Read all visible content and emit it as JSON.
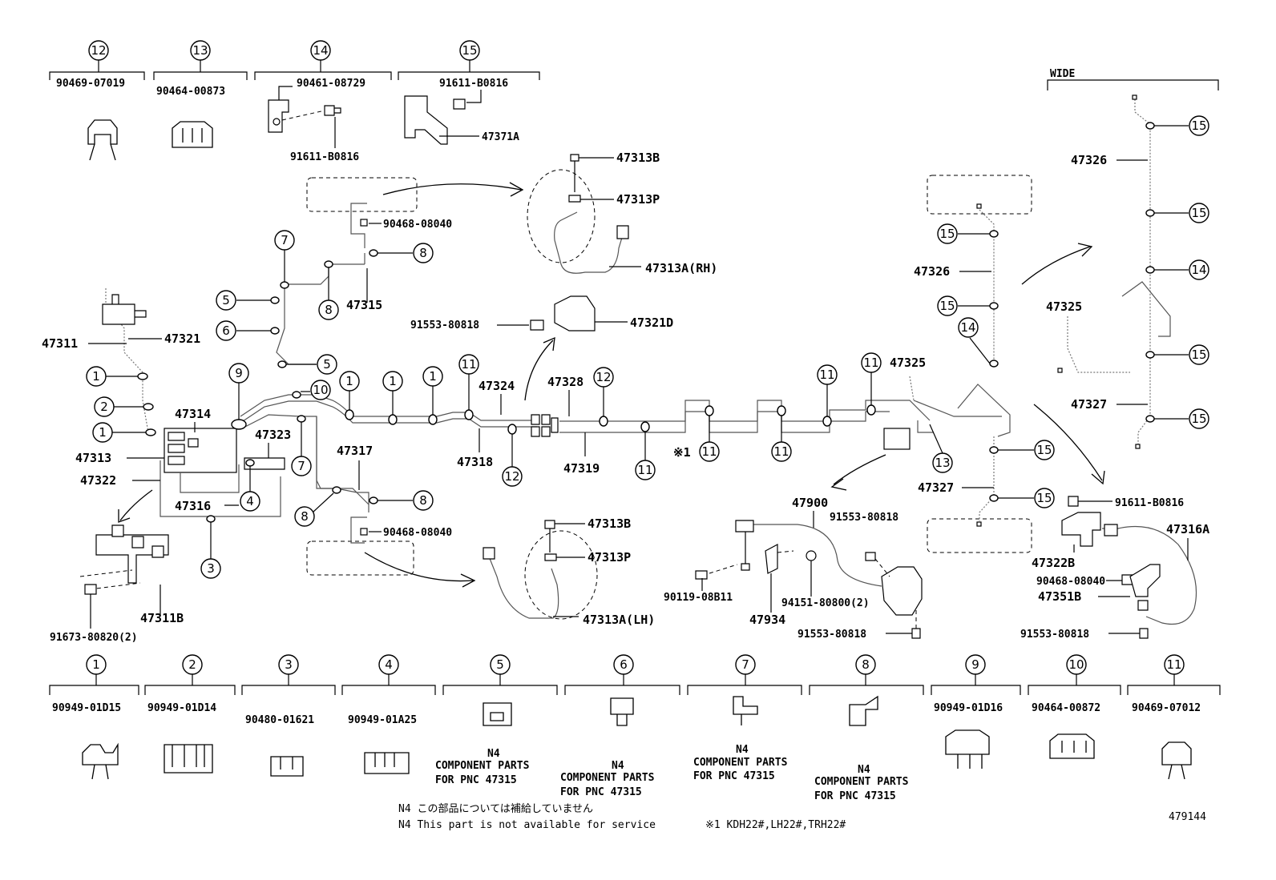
{
  "top_parts": [
    {
      "no": "12",
      "pn": "90469-07019"
    },
    {
      "no": "13",
      "pn": "90464-00873"
    },
    {
      "no": "14",
      "pn": "90461-08729",
      "extra": "91611-B0816"
    },
    {
      "no": "15",
      "pn": "91611-B0816",
      "extra": "47371A"
    }
  ],
  "bottom_parts": [
    {
      "no": "1",
      "pn": "90949-01D15"
    },
    {
      "no": "2",
      "pn": "90949-01D14"
    },
    {
      "no": "3",
      "pn": "90480-01621"
    },
    {
      "no": "4",
      "pn": "90949-01A25"
    },
    {
      "no": "5",
      "pn": "N4",
      "note1": "COMPONENT PARTS",
      "note2": "FOR PNC 47315"
    },
    {
      "no": "6",
      "pn": "N4",
      "note1": "COMPONENT PARTS",
      "note2": "FOR PNC 47315"
    },
    {
      "no": "7",
      "pn": "N4",
      "note1": "COMPONENT PARTS",
      "note2": "FOR PNC 47315"
    },
    {
      "no": "8",
      "pn": "N4",
      "note1": "COMPONENT PARTS",
      "note2": "FOR PNC 47315"
    },
    {
      "no": "9",
      "pn": "90949-01D16"
    },
    {
      "no": "10",
      "pn": "90464-00872"
    },
    {
      "no": "11",
      "pn": "90469-07012"
    }
  ],
  "labels": {
    "wide": "WIDE",
    "p47313B_a": "47313B",
    "p47313P_a": "47313P",
    "p47313A_rh": "47313A(RH)",
    "p90468_a": "90468-08040",
    "p47315": "47315",
    "p91553_a": "91553-80818",
    "p47321D": "47321D",
    "p47311": "47311",
    "p47321": "47321",
    "p47314": "47314",
    "p47313": "47313",
    "p47322": "47322",
    "p47316": "47316",
    "p47323": "47323",
    "p47317": "47317",
    "p47324": "47324",
    "p47328": "47328",
    "p47318": "47318",
    "p47319": "47319",
    "p47325_a": "47325",
    "p47326_a": "47326",
    "p47327_a": "47327",
    "p47326_b": "47326",
    "p47325_b": "47325",
    "p47327_b": "47327",
    "note_mark": "※1",
    "p90468_b": "90468-08040",
    "p47313B_b": "47313B",
    "p47313P_b": "47313P",
    "p47313A_lh": "47313A(LH)",
    "p47311B": "47311B",
    "p91673": "91673-80820(2)",
    "p47900": "47900",
    "p91553_b": "91553-80818",
    "p90119": "90119-08B11",
    "p94151": "94151-80800(2)",
    "p47934": "47934",
    "p91553_c": "91553-80818",
    "p91611_r": "91611-B0816",
    "p47316A": "47316A",
    "p47322B": "47322B",
    "p90468_c": "90468-08040",
    "p47351B": "47351B",
    "p91553_d": "91553-80818",
    "footnote_jp": "N4 この部品については補給していません",
    "footnote_en": "N4 This part is not available for service",
    "footnote_models": "※1 KDH22#,LH22#,TRH22#",
    "diagram_no": "479144"
  }
}
